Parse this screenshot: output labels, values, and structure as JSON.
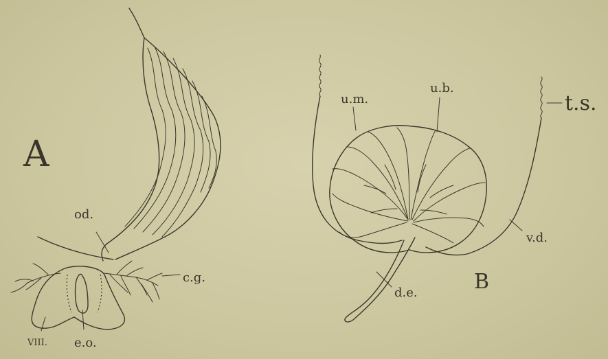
{
  "figure_a": {
    "letter": "A",
    "labels": {
      "od": "od.",
      "cg": "c.g.",
      "viii": "VIII.",
      "eo": "e.o."
    }
  },
  "figure_b": {
    "letter": "B",
    "labels": {
      "um": "u.m.",
      "ub": "u.b.",
      "ts": "t.s.",
      "vd": "v.d.",
      "de": "d.e."
    }
  }
}
